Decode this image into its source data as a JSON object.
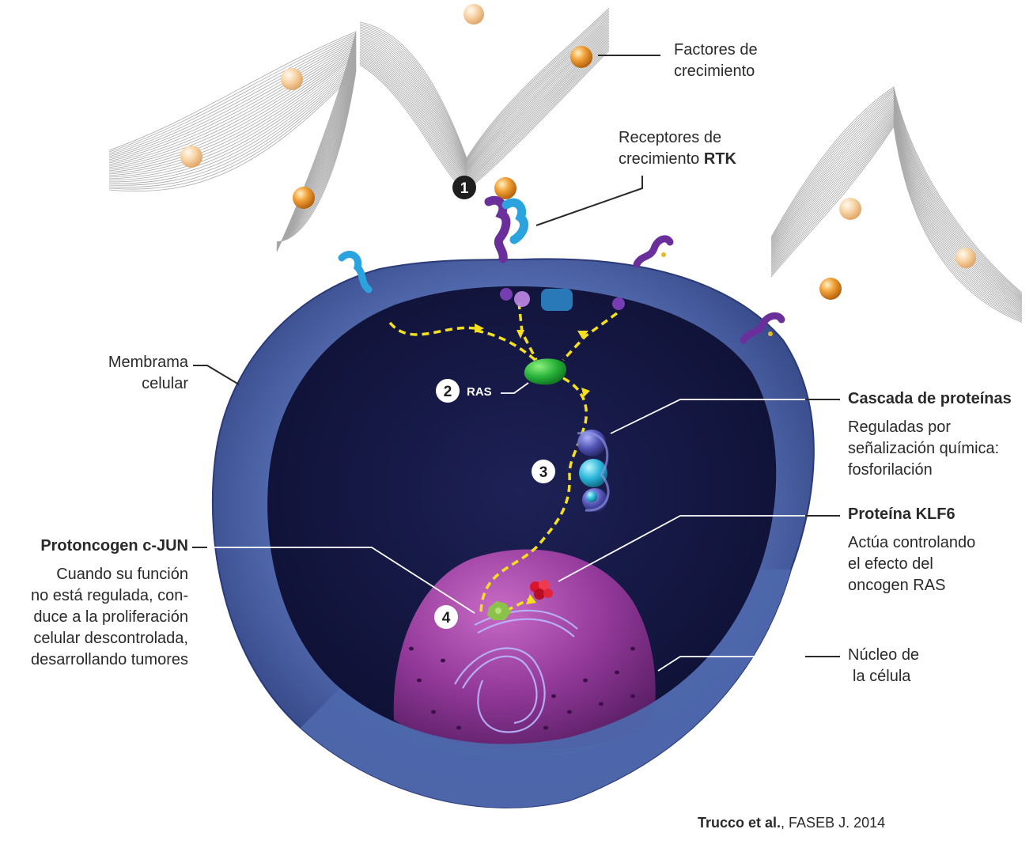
{
  "labels": {
    "factors": [
      "Factores de",
      "crecimiento"
    ],
    "receptors_line1": "Receptores  de",
    "receptors_line2_prefix": "crecimiento ",
    "receptors_line2_bold": "RTK",
    "membrane": [
      "Membrama",
      "celular"
    ],
    "cascade_title": "Cascada de proteínas",
    "cascade_desc": [
      "Reguladas por",
      "señalización química:",
      "fosforilación"
    ],
    "klf6_title": "Proteína KLF6",
    "klf6_desc": [
      "Actúa controlando",
      "el efecto del",
      "oncogen RAS"
    ],
    "cjun_title": "Protoncogen c-JUN",
    "cjun_desc": [
      "Cuando su función",
      "no está regulada, con-",
      "duce a la proliferación",
      "celular descontrolada,",
      "desarrollando tumores"
    ],
    "nucleus": [
      "Núcleo de",
      "la  célula"
    ],
    "ras": "RAS"
  },
  "steps": [
    "1",
    "2",
    "3",
    "4"
  ],
  "citation": {
    "bold": "Trucco et al.",
    "rest": ", FASEB J. 2014"
  },
  "colors": {
    "membrane": "#4a63a8",
    "cytoplasm": "#171a45",
    "nucleus": "#9a3f9d",
    "ras": "#27b23a",
    "signal_path": "#f4e01c",
    "growth_factor": "#e08a1e",
    "receptor_purple": "#6b2f9c",
    "receptor_blue": "#2aa3df",
    "klf6": "#d8152e",
    "cjun": "#8bc34a"
  },
  "icons": [
    "growth-factor-sphere",
    "rtk-receptor",
    "ras-protein",
    "protein-cascade",
    "dna-helix",
    "klf6-protein",
    "cjun-protein"
  ]
}
